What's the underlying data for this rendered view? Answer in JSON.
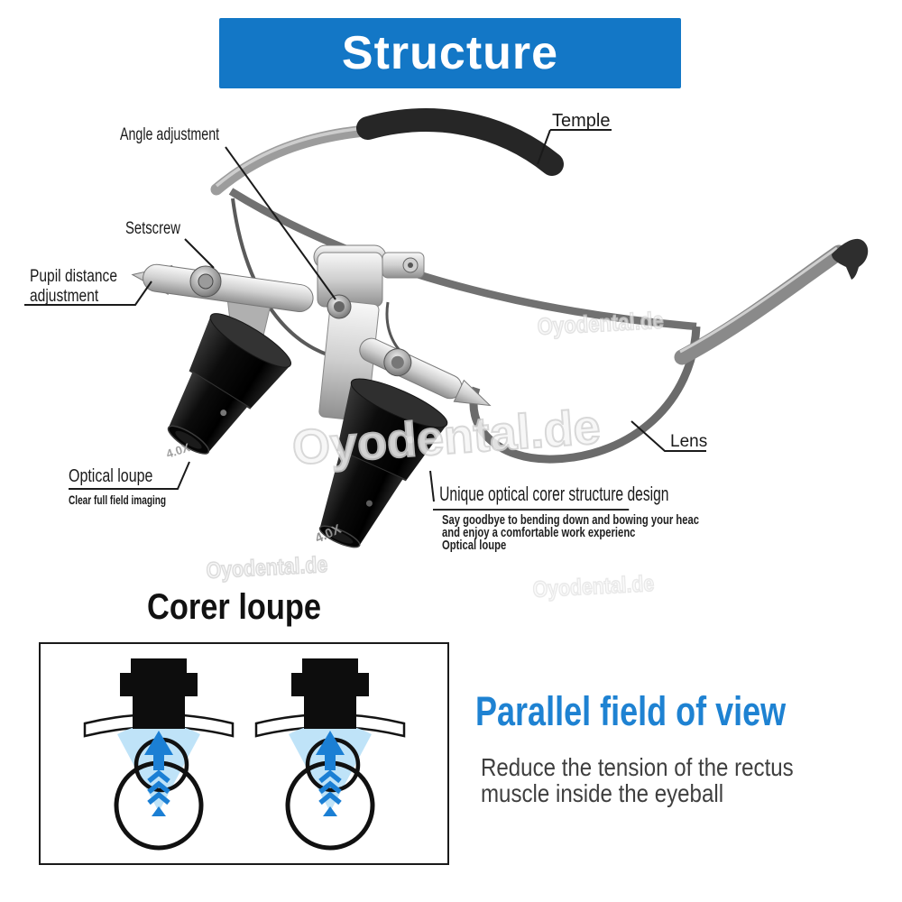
{
  "banner": {
    "title": "Structure"
  },
  "photo": {
    "labels": {
      "temple": "Temple",
      "angle_adjustment": "Angle adjustment",
      "setscrew": "Setscrew",
      "pupil_distance_line1": "Pupil distance",
      "pupil_distance_line2": "adjustment",
      "optical_loupe": "Optical loupe",
      "optical_loupe_sub": "Clear full field imaging",
      "lens": "Lens"
    },
    "magnification": "4.0X",
    "callout": {
      "title": "Unique optical corer structure design",
      "line1": "Say goodbye to bending down and bowing your heac",
      "line2": "and enjoy a comfortable work experienc",
      "line3": "Optical loupe"
    }
  },
  "watermark": {
    "text": "Oyodental.de"
  },
  "corer": {
    "title": "Corer loupe"
  },
  "parallel": {
    "title": "Parallel field of view",
    "body_line1": "Reduce the tension of the rectus",
    "body_line2": "muscle inside the eyeball"
  },
  "colors": {
    "banner_blue": "#1377c6",
    "heading_blue": "#1e82d2",
    "arrow_blue": "#1b7fd4",
    "fan_blue": "#bfe3f8"
  }
}
